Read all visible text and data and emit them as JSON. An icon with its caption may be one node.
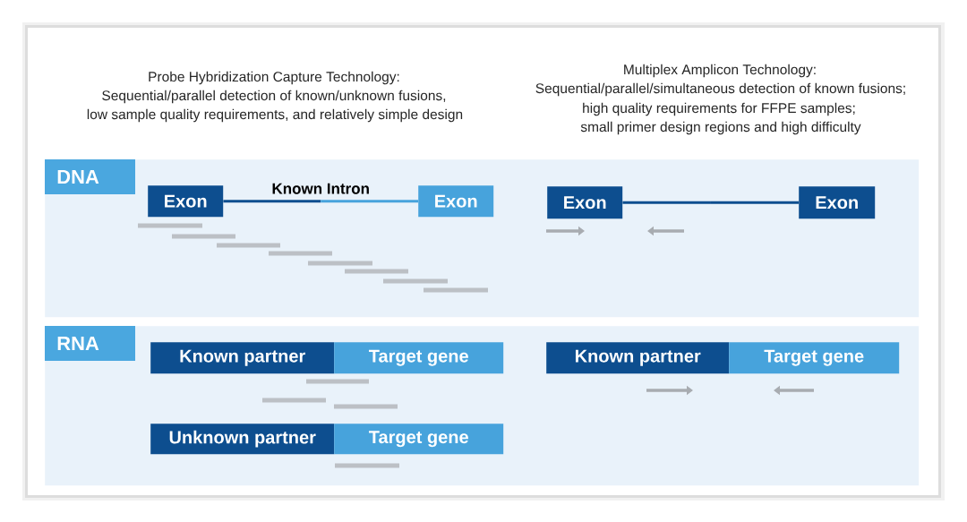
{
  "diagram": {
    "nodes": [
      {
        "text": [
          "DNA"
        ]
      },
      {
        "text": [
          "Exon"
        ],
        "in": 0
      },
      {
        "text": [
          "Exon"
        ],
        "in": 0
      },
      {
        "text": [
          "Exon"
        ],
        "in": 0
      },
      {
        "text": [
          "Exon"
        ],
        "in": 0
      },
      {
        "text": [
          "RNA"
        ]
      },
      {
        "text": [
          "Known partner"
        ],
        "in": 5
      },
      {
        "text": [
          "Target gene"
        ],
        "in": 5
      },
      {
        "text": [
          "Unknown partner"
        ],
        "in": 5
      },
      {
        "text": [
          "Target gene"
        ],
        "in": 5
      },
      {
        "text": [
          "Known partner"
        ],
        "in": 5
      },
      {
        "text": [
          "Target gene"
        ],
        "in": 5
      }
    ],
    "edges": [
      {
        "from": 1,
        "to": 2,
        "arrow": "none",
        "label": "Known Intron"
      },
      {
        "from": 3,
        "to": 4,
        "arrow": "none"
      }
    ],
    "labels": [
      "Probe Hybridization Capture Technology:",
      "Sequential/parallel detection of known/unknown fusions,",
      "low sample quality requirements, and relatively simple design",
      "Multiplex Amplicon Technology:",
      "Sequential/parallel/simultaneous detection of known fusions;",
      "high quality requirements for FFPE samples;",
      "small primer design regions and high difficulty"
    ]
  }
}
